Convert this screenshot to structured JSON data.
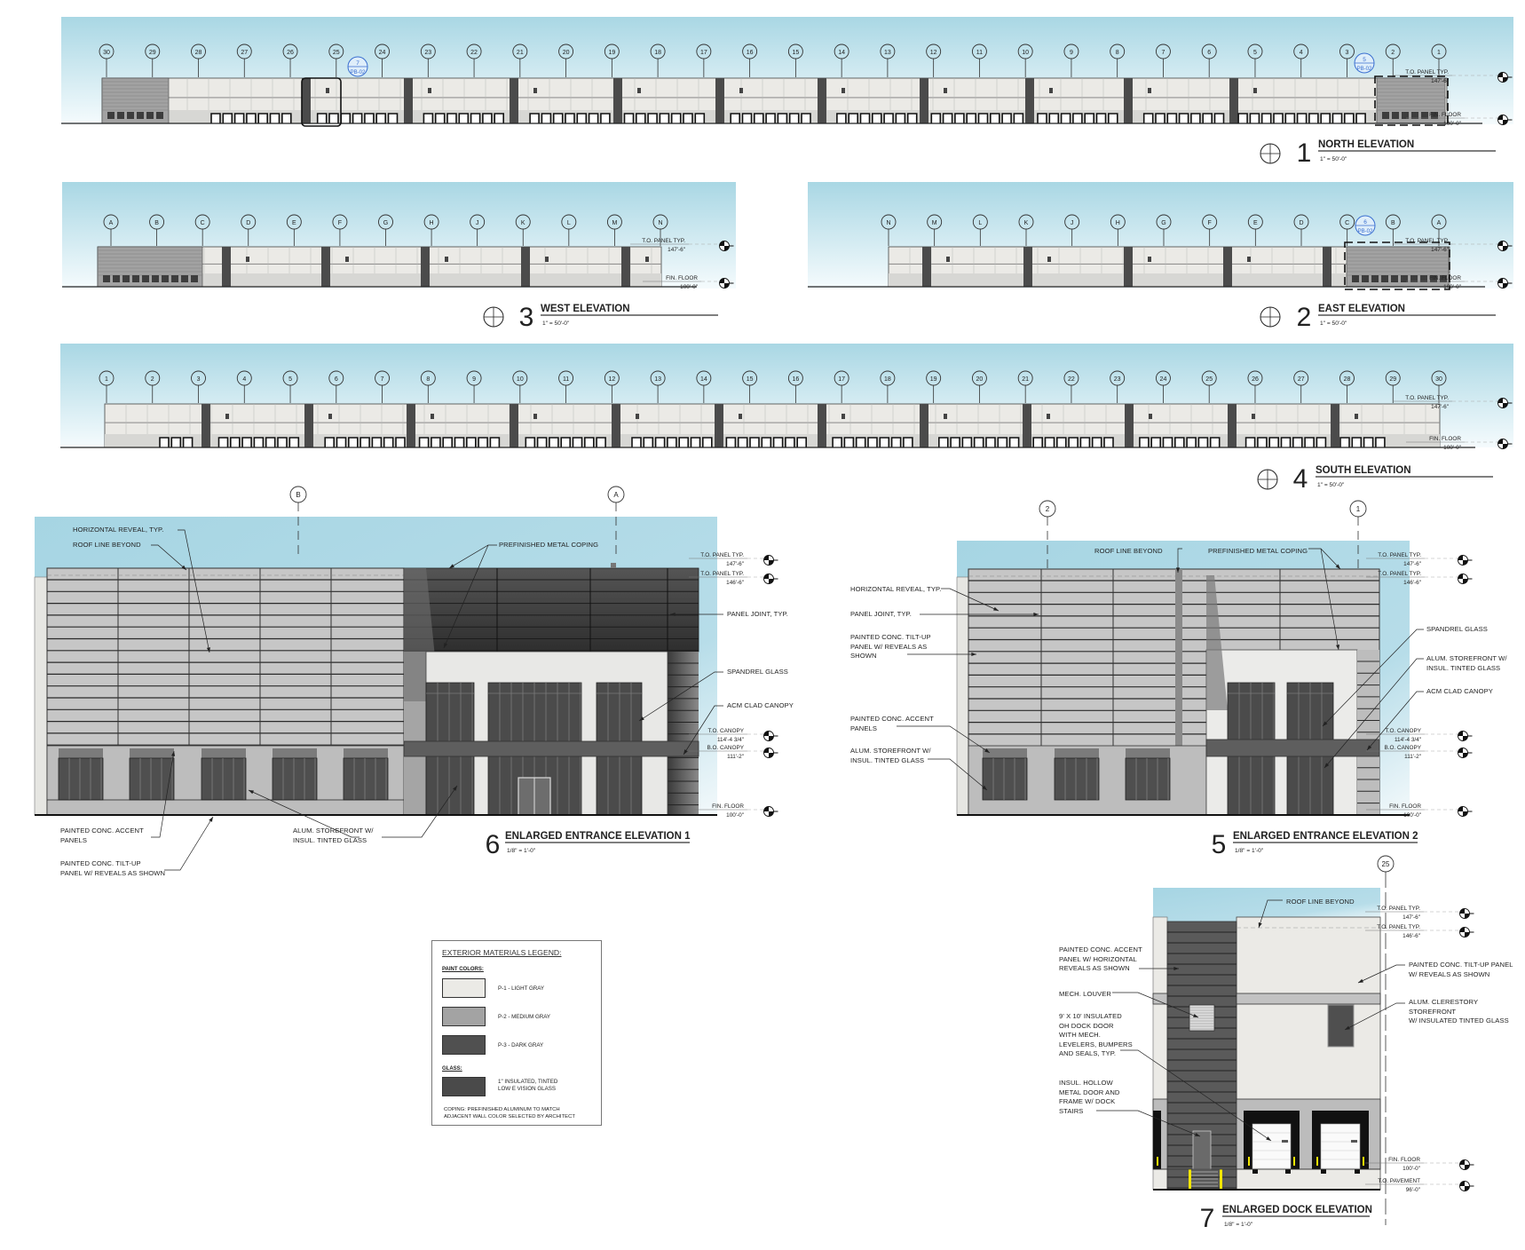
{
  "drawings": {
    "north": {
      "number": "1",
      "title": "NORTH ELEVATION",
      "scale": "1\" = 50'-0\"",
      "grid": [
        "30",
        "29",
        "28",
        "27",
        "26",
        "25",
        "24",
        "23",
        "22",
        "21",
        "20",
        "19",
        "18",
        "17",
        "16",
        "15",
        "14",
        "13",
        "12",
        "11",
        "10",
        "9",
        "8",
        "7",
        "6",
        "5",
        "4",
        "3",
        "2",
        "1"
      ],
      "callouts": [
        {
          "num": "7",
          "sheet": "PB-02"
        },
        {
          "num": "5",
          "sheet": "PB-02"
        }
      ],
      "levels": [
        {
          "label": "T.O. PANEL TYP.",
          "value": "147'-6\""
        },
        {
          "label": "FIN. FLOOR",
          "value": "100'-0\""
        }
      ]
    },
    "west": {
      "number": "3",
      "title": "WEST ELEVATION",
      "scale": "1\" = 50'-0\"",
      "grid": [
        "A",
        "B",
        "C",
        "D",
        "E",
        "F",
        "G",
        "H",
        "J",
        "K",
        "L",
        "M",
        "N"
      ],
      "levels": [
        {
          "label": "T.O. PANEL TYP.",
          "value": "147'-6\""
        },
        {
          "label": "FIN. FLOOR",
          "value": "100'-0\""
        }
      ]
    },
    "east": {
      "number": "2",
      "title": "EAST ELEVATION",
      "scale": "1\" = 50'-0\"",
      "grid": [
        "N",
        "M",
        "L",
        "K",
        "J",
        "H",
        "G",
        "F",
        "E",
        "D",
        "C",
        "B",
        "A"
      ],
      "callouts": [
        {
          "num": "6",
          "sheet": "PB-02"
        }
      ],
      "levels": [
        {
          "label": "T.O. PANEL TYP.",
          "value": "147'-6\""
        },
        {
          "label": "FIN. FLOOR",
          "value": "100'-0\""
        }
      ]
    },
    "south": {
      "number": "4",
      "title": "SOUTH ELEVATION",
      "scale": "1\" = 50'-0\"",
      "grid": [
        "1",
        "2",
        "3",
        "4",
        "5",
        "6",
        "7",
        "8",
        "9",
        "10",
        "11",
        "12",
        "13",
        "14",
        "15",
        "16",
        "17",
        "18",
        "19",
        "20",
        "21",
        "22",
        "23",
        "24",
        "25",
        "26",
        "27",
        "28",
        "29",
        "30"
      ],
      "levels": [
        {
          "label": "T.O. PANEL TYP.",
          "value": "147'-6\""
        },
        {
          "label": "FIN. FLOOR",
          "value": "100'-0\""
        }
      ]
    },
    "entrance1": {
      "number": "6",
      "title": "ENLARGED ENTRANCE ELEVATION 1",
      "scale": "1/8\" = 1'-0\"",
      "grid": [
        "B",
        "A"
      ],
      "notes": [
        "HORIZONTAL REVEAL, TYP.",
        "ROOF LINE BEYOND",
        "PREFINISHED METAL COPING",
        "PANEL JOINT, TYP.",
        "SPANDREL GLASS",
        "ACM CLAD CANOPY",
        "PAINTED CONC. ACCENT\nPANELS",
        "ALUM. STOREFRONT W/\nINSUL. TINTED GLASS",
        "PAINTED CONC. TILT-UP\nPANEL W/ REVEALS AS SHOWN"
      ],
      "levels": [
        {
          "label": "T.O. PANEL TYP.",
          "value": "147'-6\""
        },
        {
          "label": "T.O. PANEL TYP.",
          "value": "146'-6\""
        },
        {
          "label": "T.O. CANOPY",
          "value": "114'-4 3/4\""
        },
        {
          "label": "B.O. CANOPY",
          "value": "111'-2\""
        },
        {
          "label": "FIN. FLOOR",
          "value": "100'-0\""
        }
      ]
    },
    "entrance2": {
      "number": "5",
      "title": "ENLARGED ENTRANCE ELEVATION 2",
      "scale": "1/8\" = 1'-0\"",
      "grid": [
        "2",
        "1"
      ],
      "notes": [
        "ROOF LINE BEYOND",
        "PREFINISHED METAL COPING",
        "HORIZONTAL REVEAL, TYP.",
        "PANEL JOINT, TYP.",
        "PAINTED CONC. TILT-UP\nPANEL W/ REVEALS AS\nSHOWN",
        "PAINTED CONC. ACCENT\nPANELS",
        "ALUM. STOREFRONT W/\nINSUL. TINTED GLASS",
        "SPANDREL GLASS",
        "ALUM. STOREFRONT W/\nINSUL. TINTED GLASS",
        "ACM CLAD CANOPY"
      ],
      "levels": [
        {
          "label": "T.O. PANEL TYP.",
          "value": "147'-6\""
        },
        {
          "label": "T.O. PANEL TYP.",
          "value": "146'-6\""
        },
        {
          "label": "T.O. CANOPY",
          "value": "114'-4 3/4\""
        },
        {
          "label": "B.O. CANOPY",
          "value": "111'-2\""
        },
        {
          "label": "FIN. FLOOR",
          "value": "100'-0\""
        }
      ]
    },
    "dock": {
      "number": "7",
      "title": "ENLARGED DOCK ELEVATION",
      "scale": "1/8\" = 1'-0\"",
      "grid": [
        "25"
      ],
      "notes": [
        "ROOF LINE BEYOND",
        "PAINTED CONC. ACCENT\nPANEL W/ HORIZONTAL\nREVEALS AS SHOWN",
        "MECH. LOUVER",
        "9' X 10' INSULATED\nOH DOCK DOOR\nWITH MECH.\nLEVELERS, BUMPERS\nAND SEALS, TYP.",
        "INSUL. HOLLOW\nMETAL DOOR AND\nFRAME W/ DOCK\nSTAIRS",
        "PAINTED CONC. TILT-UP PANEL\nW/ REVEALS AS SHOWN",
        "ALUM. CLERESTORY STOREFRONT\nW/ INSULATED TINTED GLASS"
      ],
      "levels": [
        {
          "label": "T.O. PANEL TYP.",
          "value": "147'-6\""
        },
        {
          "label": "T.O. PANEL TYP.",
          "value": "146'-6\""
        },
        {
          "label": "FIN. FLOOR",
          "value": "100'-0\""
        },
        {
          "label": "T.O. PAVEMENT",
          "value": "96'-0\""
        }
      ]
    }
  },
  "legend": {
    "title": "EXTERIOR MATERIALS LEGEND:",
    "paint_heading": "PAINT COLORS:",
    "paints": [
      {
        "label": "P-1 - LIGHT GRAY",
        "color": "#ebeae6"
      },
      {
        "label": "P-2 - MEDIUM GRAY",
        "color": "#a3a3a3"
      },
      {
        "label": "P-3 - DARK GRAY",
        "color": "#505050"
      }
    ],
    "glass_heading": "GLASS:",
    "glass": {
      "label": "1\" INSULATED, TINTED\nLOW E VISION GLASS",
      "color": "#4a4a4a"
    },
    "coping_note": "COPING: PREFINISHED ALUMINUM TO MATCH\nADJACENT WALL COLOR SELECTED BY ARCHITECT"
  },
  "colors": {
    "sky": "#a9d7e4",
    "callout": "#3a6fd0",
    "bollard": "#f2e600"
  }
}
